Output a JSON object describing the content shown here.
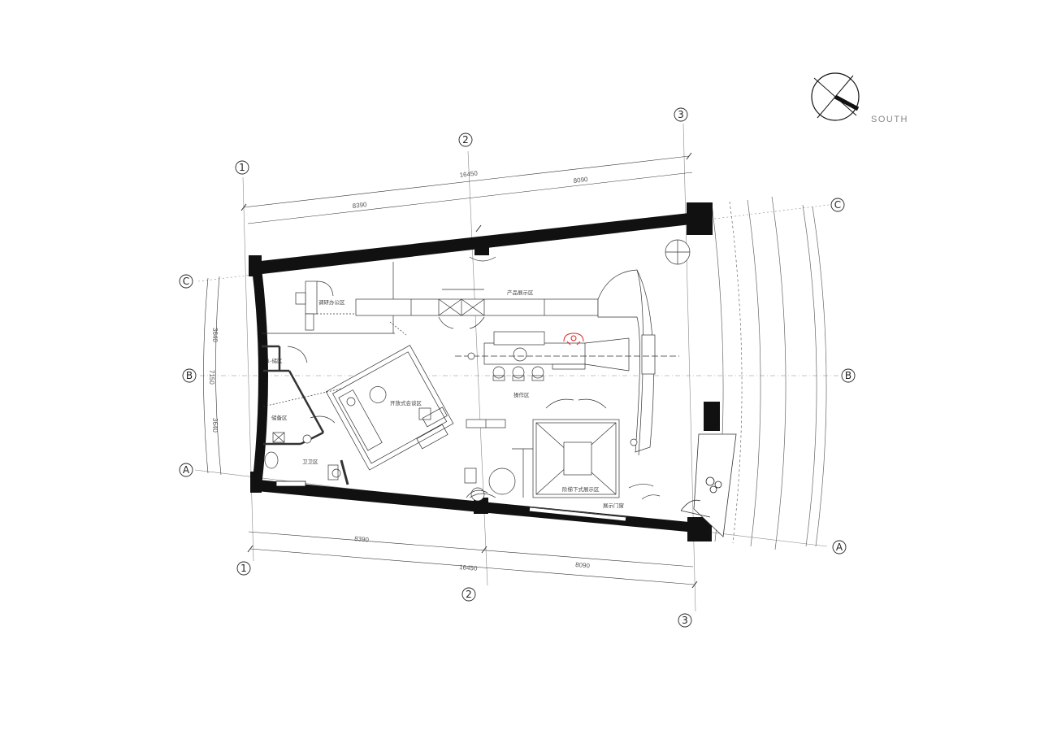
{
  "compass": {
    "label": "SOUTH"
  },
  "grid_lines": {
    "col_1": "1",
    "col_2": "2",
    "col_3": "3",
    "row_a": "A",
    "row_b": "B",
    "row_c": "C"
  },
  "dimensions": {
    "top_total": "16450",
    "top_left": "8390",
    "top_right": "8090",
    "bottom_total": "16450",
    "bottom_left": "8390",
    "bottom_right": "8090",
    "left_top": "3640",
    "left_mid": "7150",
    "left_bottom": "3640"
  },
  "rooms": {
    "office": "调研办公区",
    "product_display": "产品展示区",
    "storage": "1-储区",
    "open_discussion": "开放式会谈区",
    "operation": "操作区",
    "dressing": "储备区",
    "restroom": "卫卫区",
    "stair_display": "阶梯下式展示区",
    "window_note": "展示门窗"
  }
}
